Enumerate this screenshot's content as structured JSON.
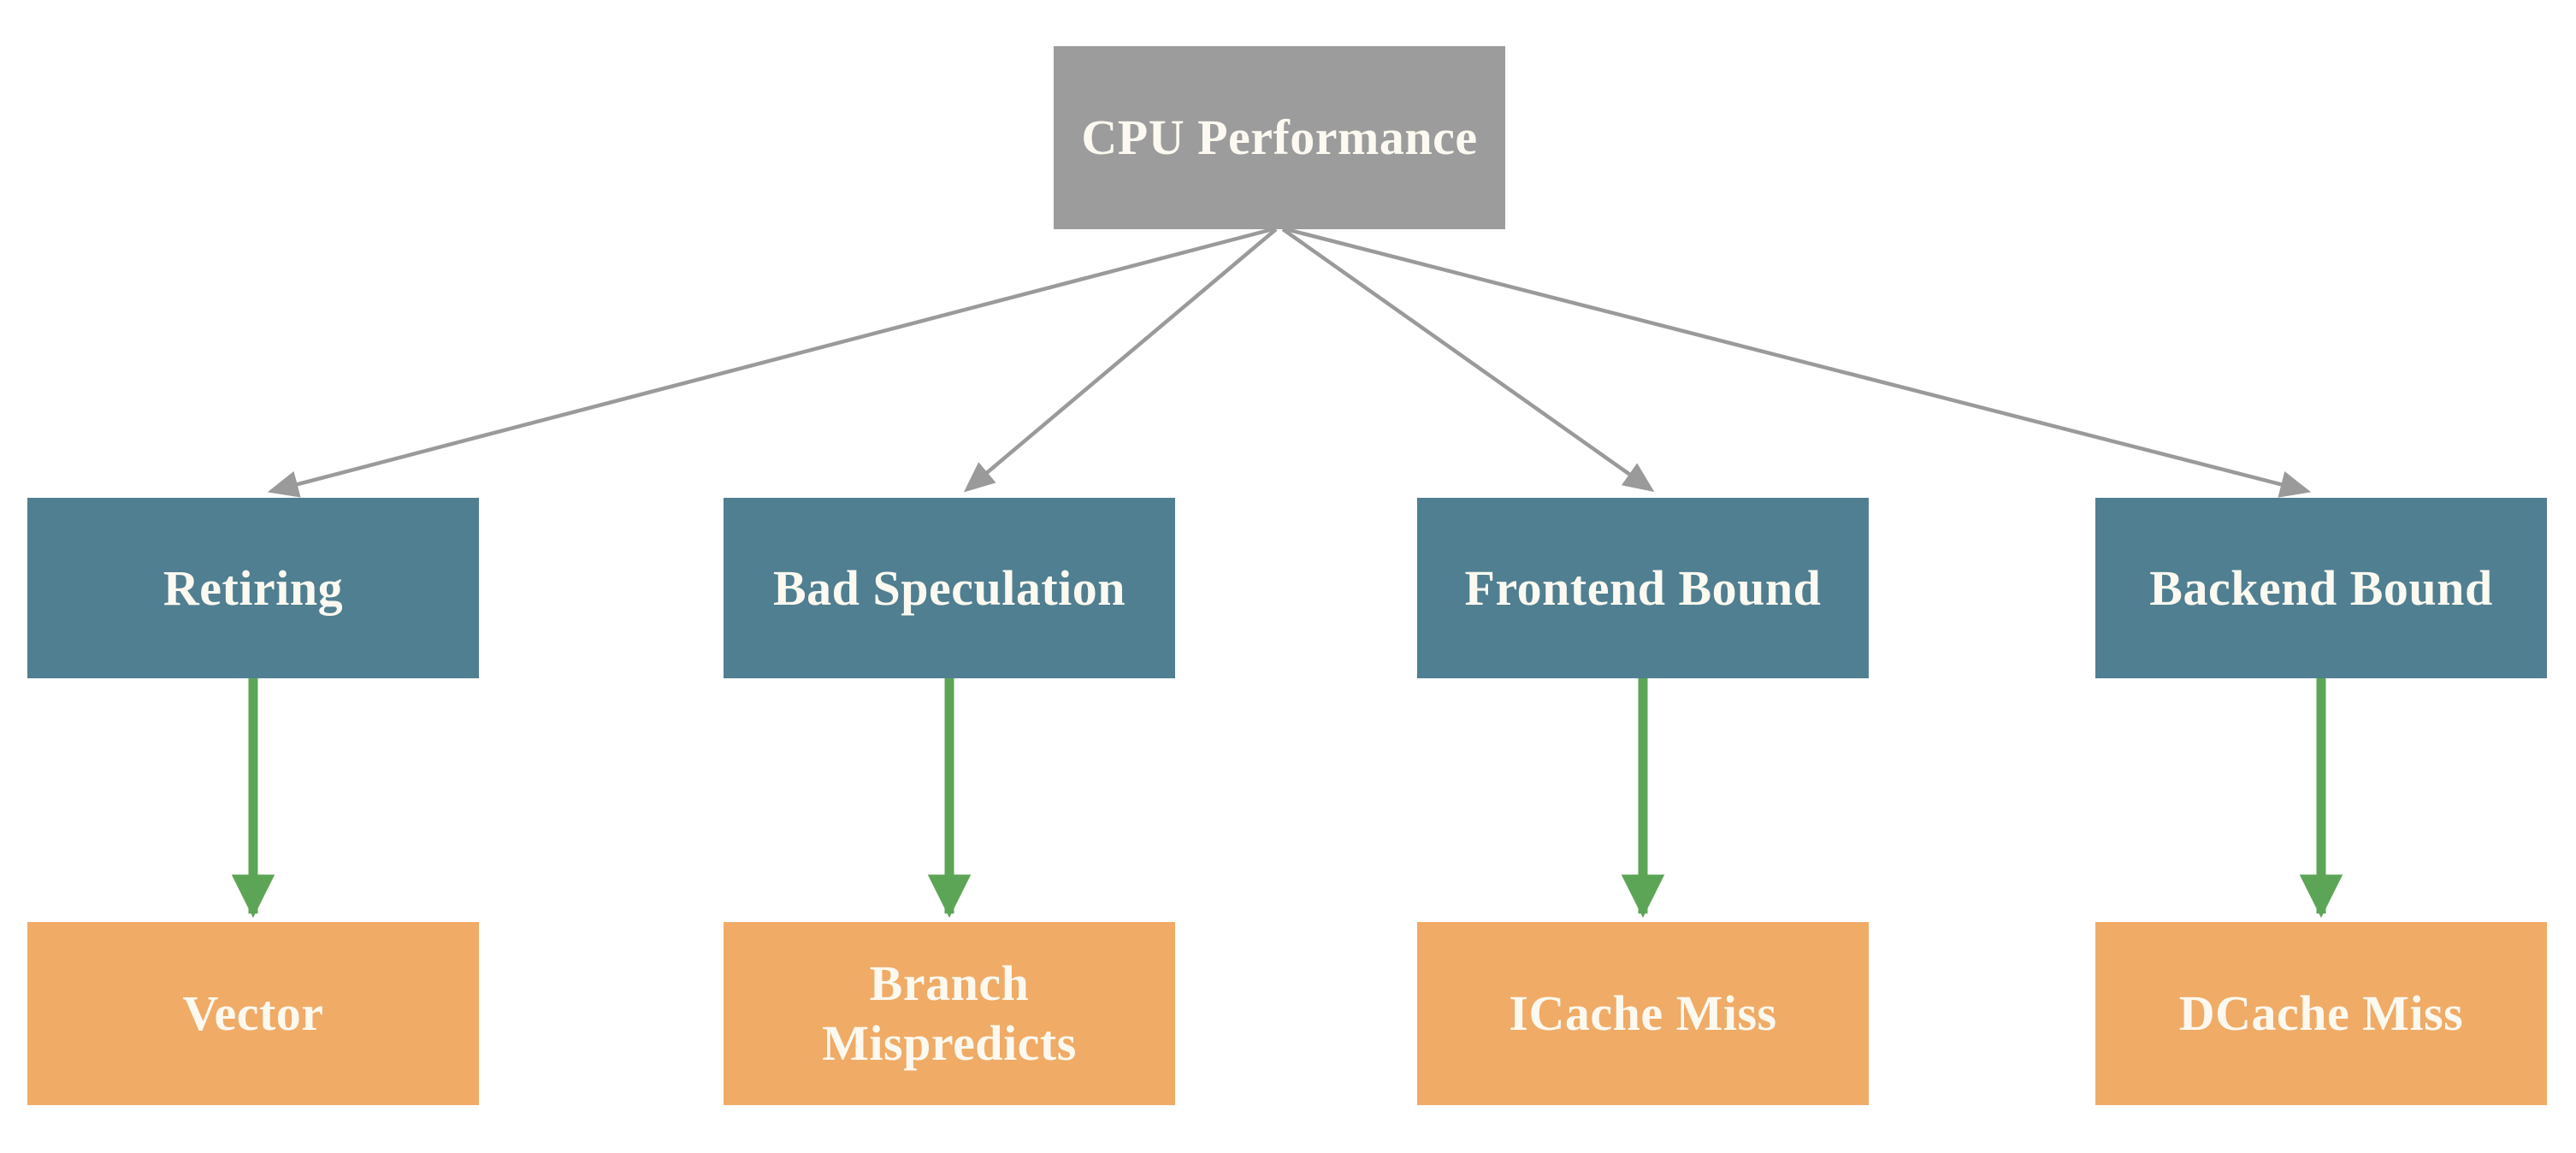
{
  "diagram": {
    "title": "CPU Performance top-down analysis tree",
    "nodes": {
      "root": {
        "label": "CPU Performance"
      },
      "level2": [
        {
          "label": "Retiring"
        },
        {
          "label": "Bad Speculation"
        },
        {
          "label": "Frontend Bound"
        },
        {
          "label": "Backend Bound"
        }
      ],
      "level3": [
        {
          "label": "Vector"
        },
        {
          "label": "Branch\nMispredicts"
        },
        {
          "label": "ICache Miss"
        },
        {
          "label": "DCache Miss"
        }
      ]
    },
    "edges": [
      {
        "from": "CPU Performance",
        "to": "Retiring",
        "style": "gray-arrow"
      },
      {
        "from": "CPU Performance",
        "to": "Bad Speculation",
        "style": "gray-arrow"
      },
      {
        "from": "CPU Performance",
        "to": "Frontend Bound",
        "style": "gray-arrow"
      },
      {
        "from": "CPU Performance",
        "to": "Backend Bound",
        "style": "gray-arrow"
      },
      {
        "from": "Retiring",
        "to": "Vector",
        "style": "green-arrow"
      },
      {
        "from": "Bad Speculation",
        "to": "Branch Mispredicts",
        "style": "green-arrow"
      },
      {
        "from": "Frontend Bound",
        "to": "ICache Miss",
        "style": "green-arrow"
      },
      {
        "from": "Backend Bound",
        "to": "DCache Miss",
        "style": "green-arrow"
      }
    ]
  },
  "colors": {
    "background": "#ffffff",
    "root_box": "#9c9c9c",
    "category_box": "#4f7f91",
    "leaf_box": "#f0ab66",
    "gray_arrow": "#9a9a9a",
    "green_arrow": "#5da556",
    "text": "#fcf9f0"
  }
}
